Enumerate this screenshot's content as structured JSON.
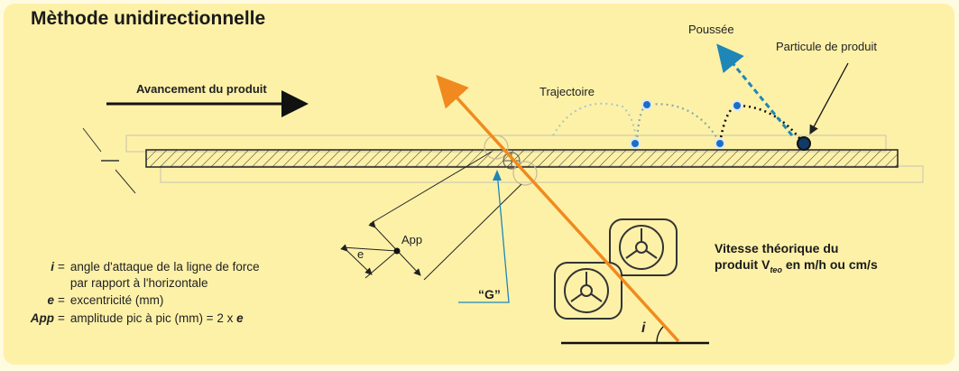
{
  "title": "Mèthode unidirectionnelle",
  "labels": {
    "advance": "Avancement du produit",
    "thrust": "Poussée",
    "particle": "Particule de produit",
    "trajectory": "Trajectoire",
    "app": "App",
    "e": "e",
    "g": "“G”",
    "angle": "i"
  },
  "speed": {
    "line1": "Vitesse théorique du",
    "line2_prefix": "produit V",
    "line2_sub": "teo",
    "line2_suffix": " en m/h ou cm/s"
  },
  "legend": [
    {
      "key": "i",
      "text": "angle d'attaque de la ligne de force"
    },
    {
      "key": "",
      "text": "par rapport à l'horizontale"
    },
    {
      "key": "e",
      "text": "excentricité (mm)"
    },
    {
      "key": "App",
      "text": "amplitude pic à pic (mm) = 2 x ",
      "suffix": "e"
    }
  ],
  "colors": {
    "background": "#fdf1a8",
    "force_line": "#f08a1e",
    "thrust_arrow": "#1f86b8",
    "dots": "#1a6ec7",
    "trajectory": "#a7c4c9"
  }
}
